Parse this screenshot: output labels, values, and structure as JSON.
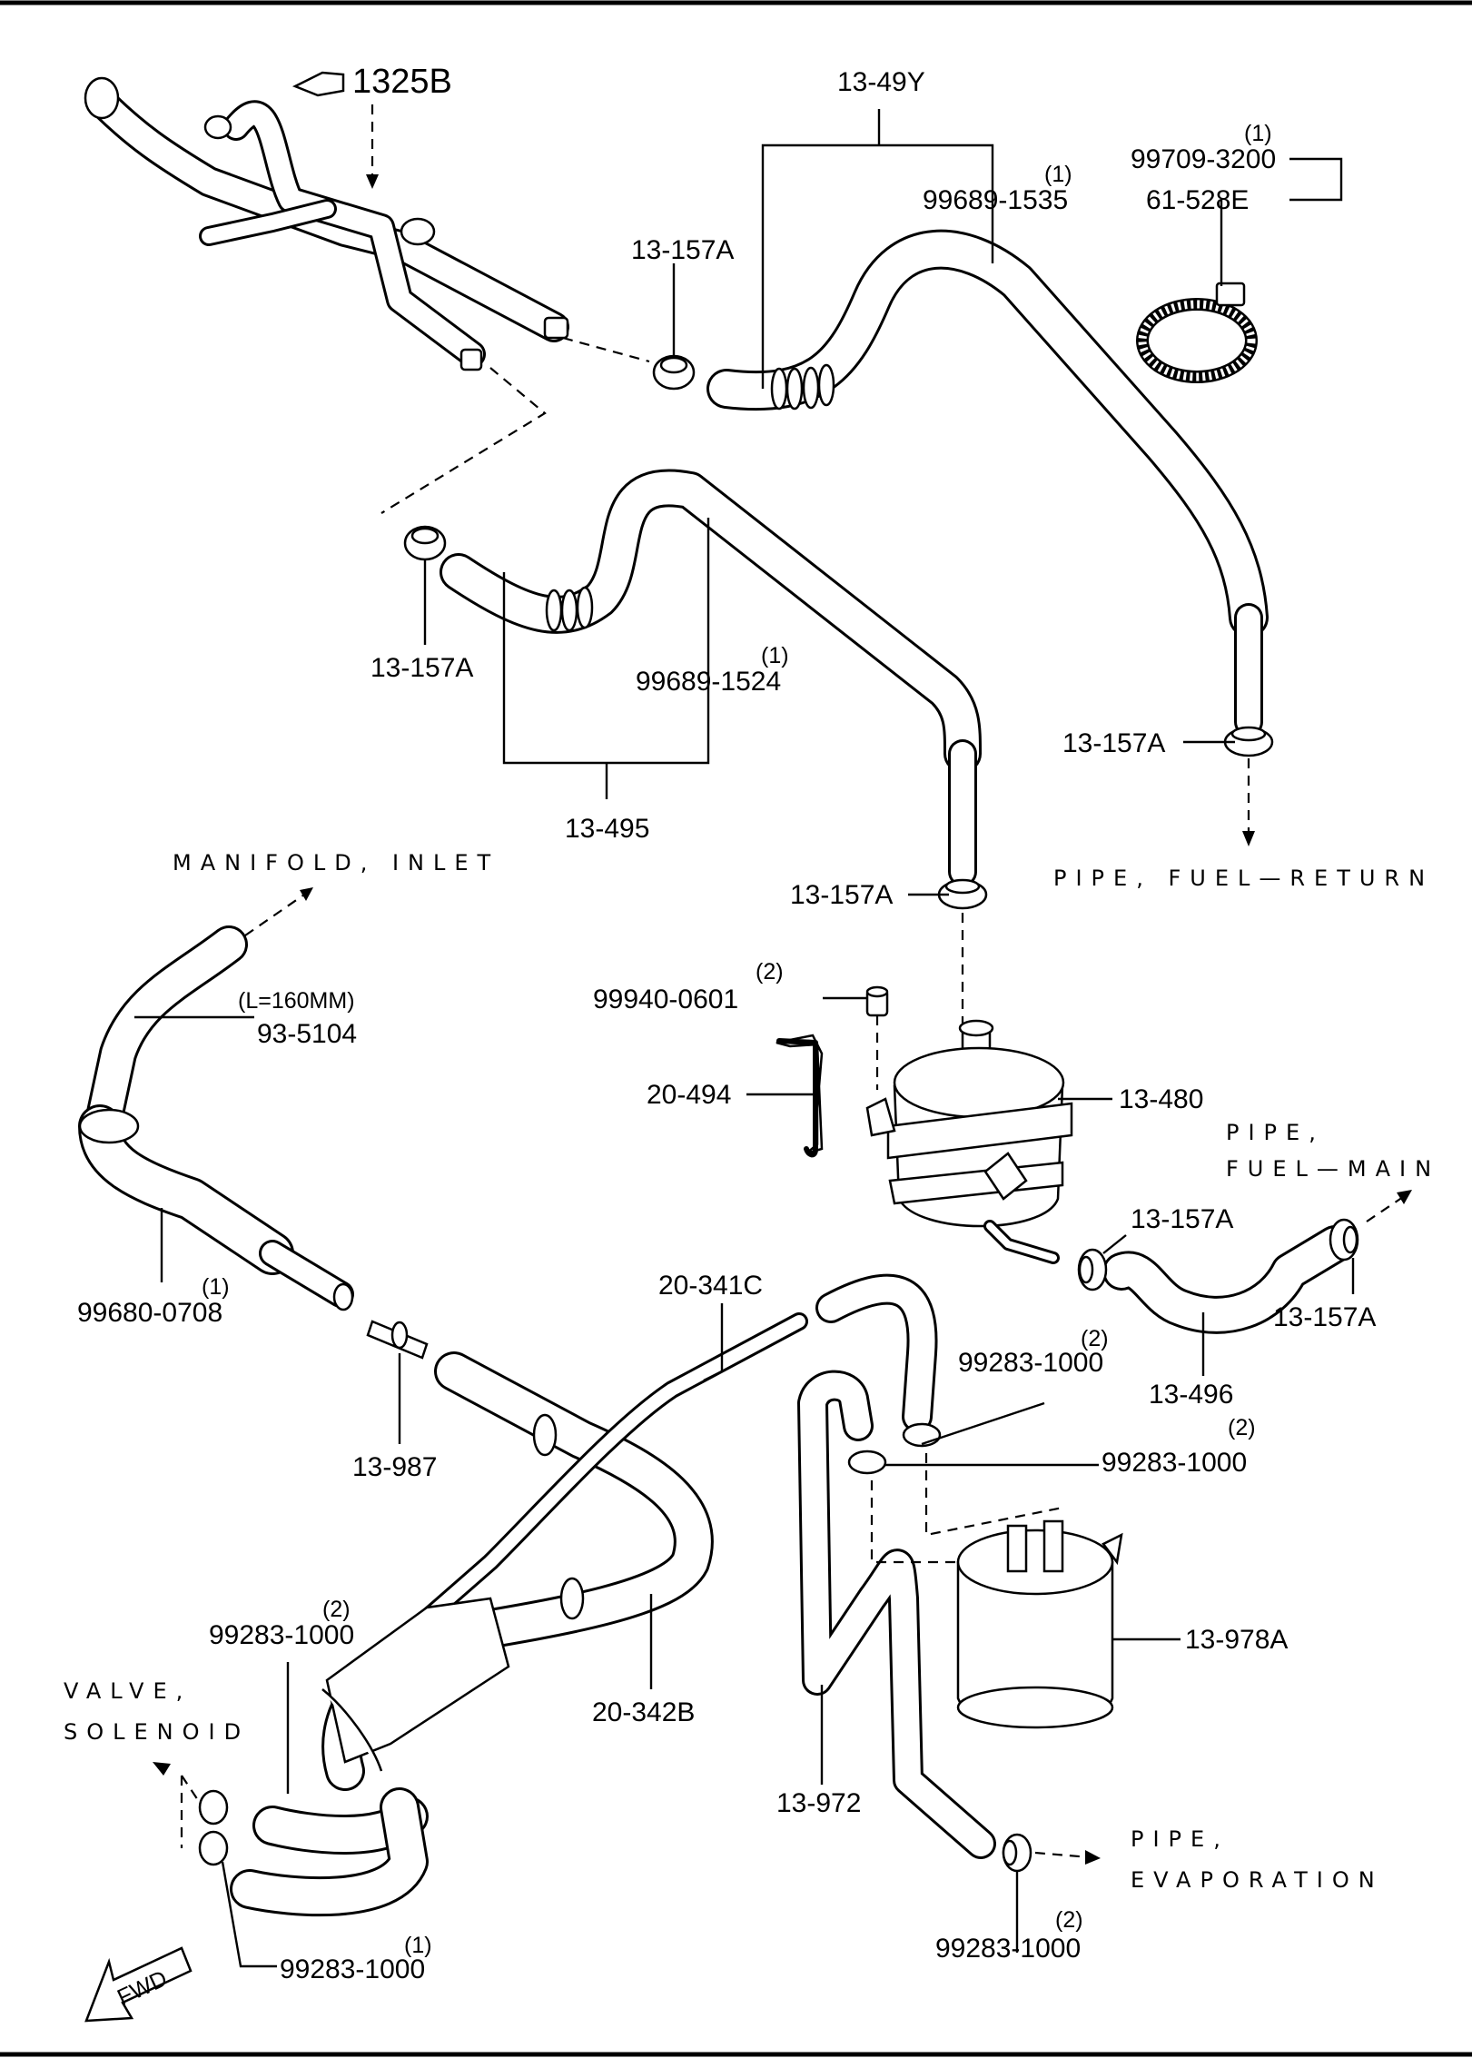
{
  "ref": {
    "pointer": "1325B"
  },
  "labels": {
    "l_13_49Y": "13-49Y",
    "l_99689_1535_qty": "(1)",
    "l_99689_1535": "99689-1535",
    "l_99709_3200_qty": "(1)",
    "l_99709_3200": "99709-3200",
    "l_61_528E": "61-528E",
    "l_13_157A_top": "13-157A",
    "l_13_157A_left": "13-157A",
    "l_99689_1524_qty": "(1)",
    "l_99689_1524": "99689-1524",
    "l_13_495": "13-495",
    "l_13_157A_right": "13-157A",
    "l_13_157A_mid": "13-157A",
    "l_99940_0601_qty": "(2)",
    "l_99940_0601": "99940-0601",
    "l_20_494": "20-494",
    "l_13_480": "13-480",
    "l_l160": "(L=160MM)",
    "l_93_5104": "93-5104",
    "l_99680_0708_qty": "(1)",
    "l_99680_0708": "99680-0708",
    "l_13_987": "13-987",
    "l_20_341C": "20-341C",
    "l_13_157A_fm": "13-157A",
    "l_13_157A_fm2": "13-157A",
    "l_13_496": "13-496",
    "l_99283_1000_a_qty": "(2)",
    "l_99283_1000_a": "99283-1000",
    "l_99283_1000_b_qty": "(2)",
    "l_99283_1000_b": "99283-1000",
    "l_13_978A": "13-978A",
    "l_20_342B": "20-342B",
    "l_13_972": "13-972",
    "l_99283_1000_c_qty": "(2)",
    "l_99283_1000_c": "99283-1000",
    "l_99283_1000_d_qty": "(1)",
    "l_99283_1000_d": "99283-1000",
    "l_99283_1000_e_qty": "(2)",
    "l_99283_1000_e": "99283-1000"
  },
  "destinations": {
    "manifold_inlet": "MANIFOLD, INLET",
    "pipe_fuel_return": "PIPE, FUEL—RETURN",
    "pipe_fuel_main_1": "PIPE,",
    "pipe_fuel_main_2": "FUEL—MAIN",
    "valve_solenoid_1": "VALVE,",
    "valve_solenoid_2": "SOLENOID",
    "pipe_evap_1": "PIPE,",
    "pipe_evap_2": "EVAPORATION"
  },
  "fwd_label": "FWD"
}
